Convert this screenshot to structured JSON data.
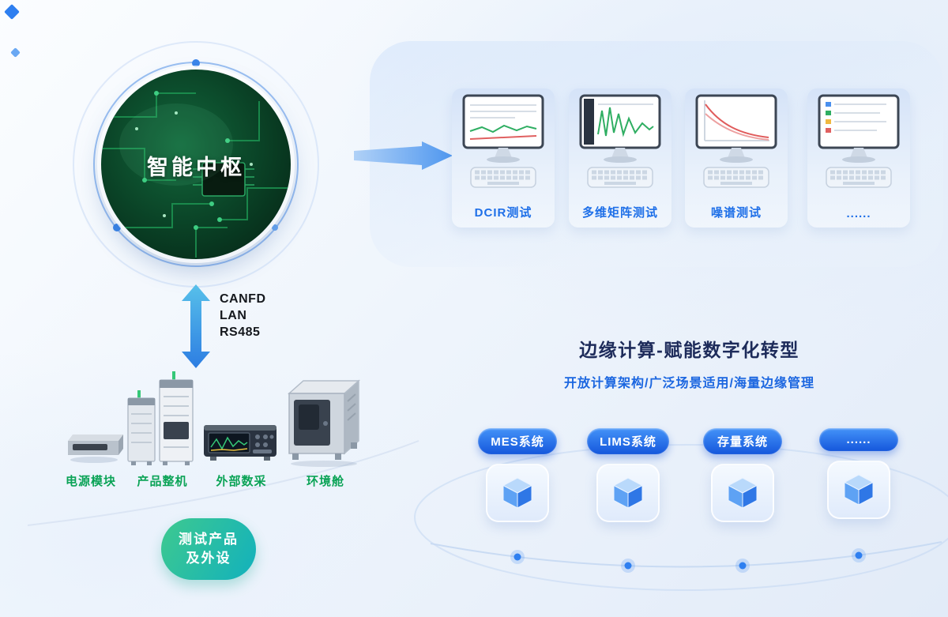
{
  "hub": {
    "label": "智能中枢",
    "bus_labels": [
      "CANFD",
      "LAN",
      "RS485"
    ]
  },
  "tests": {
    "items": [
      {
        "label": "DCIR测试"
      },
      {
        "label": "多维矩阵测试"
      },
      {
        "label": "噪谱测试"
      },
      {
        "label": "......"
      }
    ]
  },
  "devices": {
    "items": [
      {
        "label": "电源模块"
      },
      {
        "label": "产品整机"
      },
      {
        "label": "外部数采"
      },
      {
        "label": "环境舱"
      }
    ],
    "group_label_line1": "测试产品",
    "group_label_line2": "及外设"
  },
  "edge": {
    "title": "边缘计算-赋能数字化转型",
    "subtitle": "开放计算架构/广泛场景适用/海量边缘管理",
    "systems": [
      {
        "label": "MES系统"
      },
      {
        "label": "LIMS系统"
      },
      {
        "label": "存量系统"
      },
      {
        "label": "......"
      }
    ]
  },
  "icons": {
    "hub_image": "circuit-board",
    "right_arrow": "arrow-right",
    "vertical_arrow": "arrow-up-down",
    "system_icon": "3d-cube"
  },
  "colors": {
    "accent_blue": "#1e6fe8",
    "label_green": "#0aa356",
    "title_navy": "#1d2b5a",
    "pill_blue_start": "#4493f8",
    "pill_blue_end": "#1557dc",
    "group_pill_start": "#3ec98f",
    "group_pill_end": "#12b1bd"
  }
}
